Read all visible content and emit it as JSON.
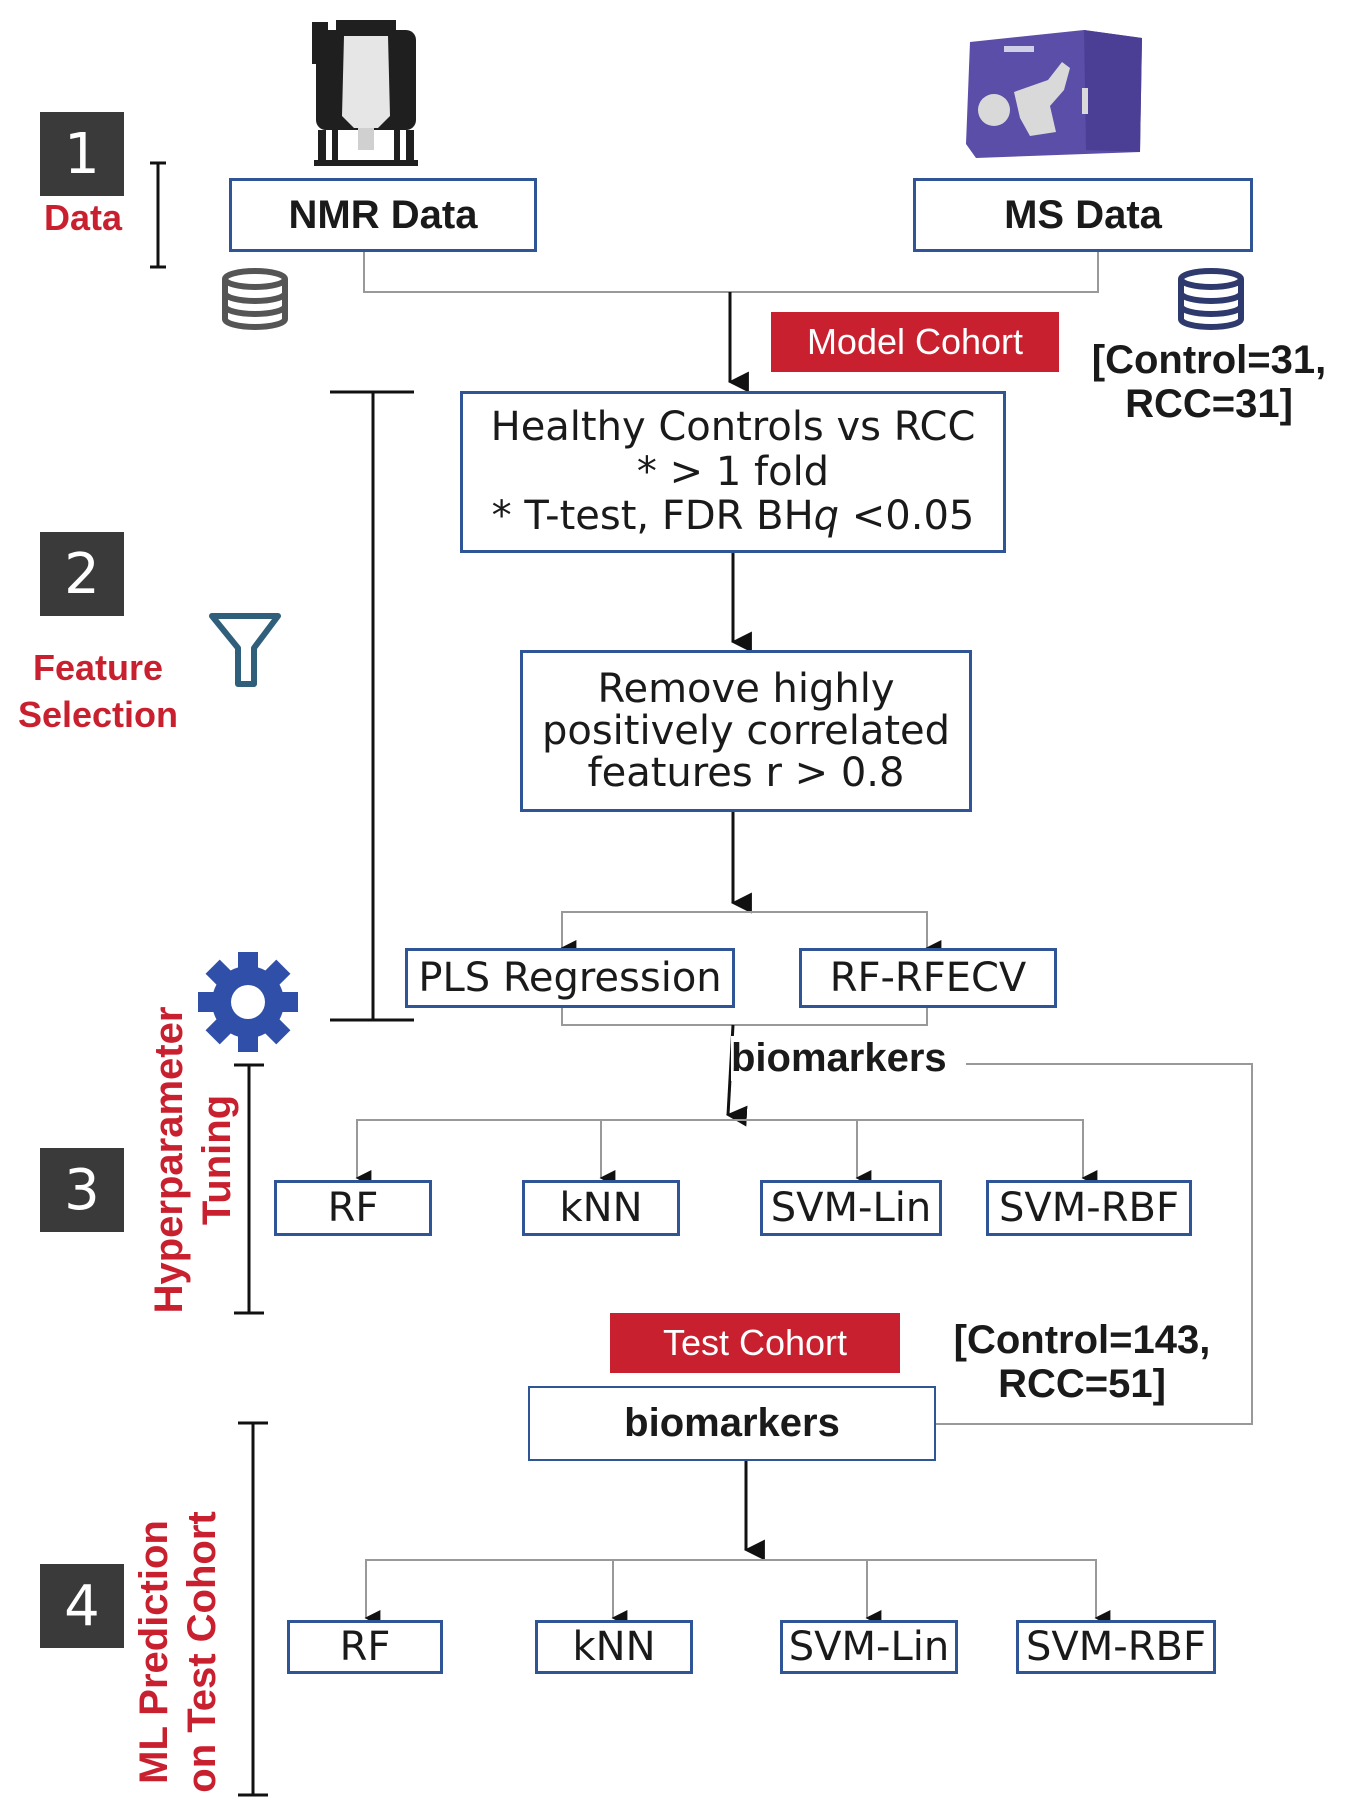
{
  "steps": [
    {
      "number": "1",
      "label": "Data"
    },
    {
      "number": "2",
      "label": "Feature\nSelection"
    },
    {
      "number": "3",
      "label": "Hyperparameter\nTuning"
    },
    {
      "number": "4",
      "label": "ML Prediction\non Test Cohort"
    }
  ],
  "data_sources": {
    "nmr": "NMR Data",
    "ms": "MS Data"
  },
  "model_cohort": {
    "badge": "Model Cohort",
    "line1": "[Control=31,",
    "line2": "RCC=31]"
  },
  "filter_box": {
    "line1": "Healthy Controls vs RCC",
    "line2": "* > 1 fold",
    "line3_prefix": "* T-test, FDR BH",
    "line3_q": "q",
    "line3_suffix": " <0.05"
  },
  "correlation_box": {
    "line1": "Remove highly",
    "line2": "positively correlated",
    "line3": "features r > 0.8"
  },
  "selectors": {
    "pls": "PLS Regression",
    "rf_rfecv": "RF-RFECV"
  },
  "biomarkers_label": "biomarkers",
  "tuning_models": [
    "RF",
    "kNN",
    "SVM-Lin",
    "SVM-RBF"
  ],
  "test_cohort": {
    "badge": "Test Cohort",
    "line1": "[Control=143,",
    "line2": "RCC=51]"
  },
  "test_biomarkers_box": "biomarkers",
  "prediction_models": [
    "RF",
    "kNN",
    "SVM-Lin",
    "SVM-RBF"
  ],
  "colors": {
    "box_border": "#2f5597",
    "accent_red": "#c8202f",
    "step_bg": "#3a3a3a",
    "gear": "#2f4fa8",
    "ms_instrument": "#5b4ea8"
  },
  "icons": [
    "nmr-instrument-icon",
    "ms-instrument-icon",
    "database-icon",
    "filter-funnel-icon",
    "gear-icon"
  ]
}
